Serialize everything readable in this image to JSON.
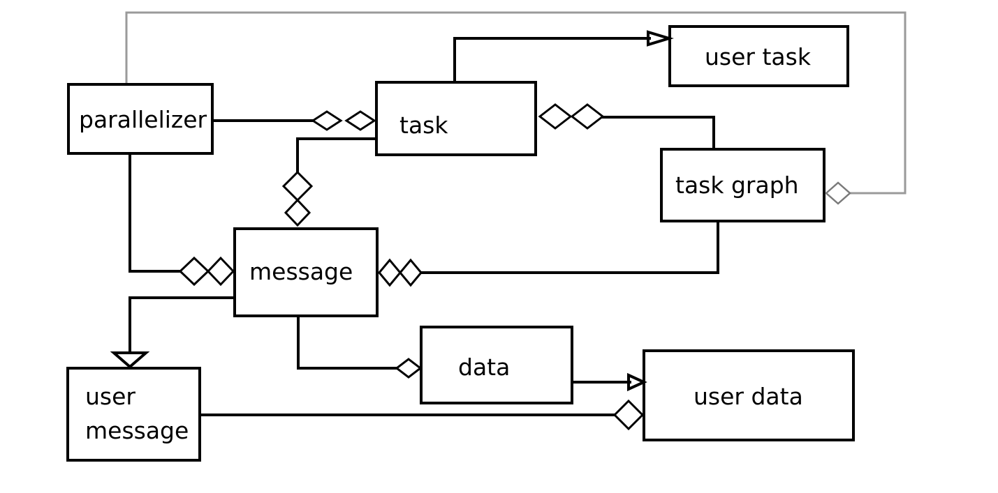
{
  "nodes": {
    "parallelizer": "parallelizer",
    "task": "task",
    "user_task": "user task",
    "task_graph": "task graph",
    "message": "message",
    "data": "data",
    "user_data": "user data",
    "user_message_line1": "user",
    "user_message_line2": "message"
  },
  "colors": {
    "stroke": "#000000",
    "link_gray": "#9a9a9a",
    "background": "#ffffff"
  }
}
